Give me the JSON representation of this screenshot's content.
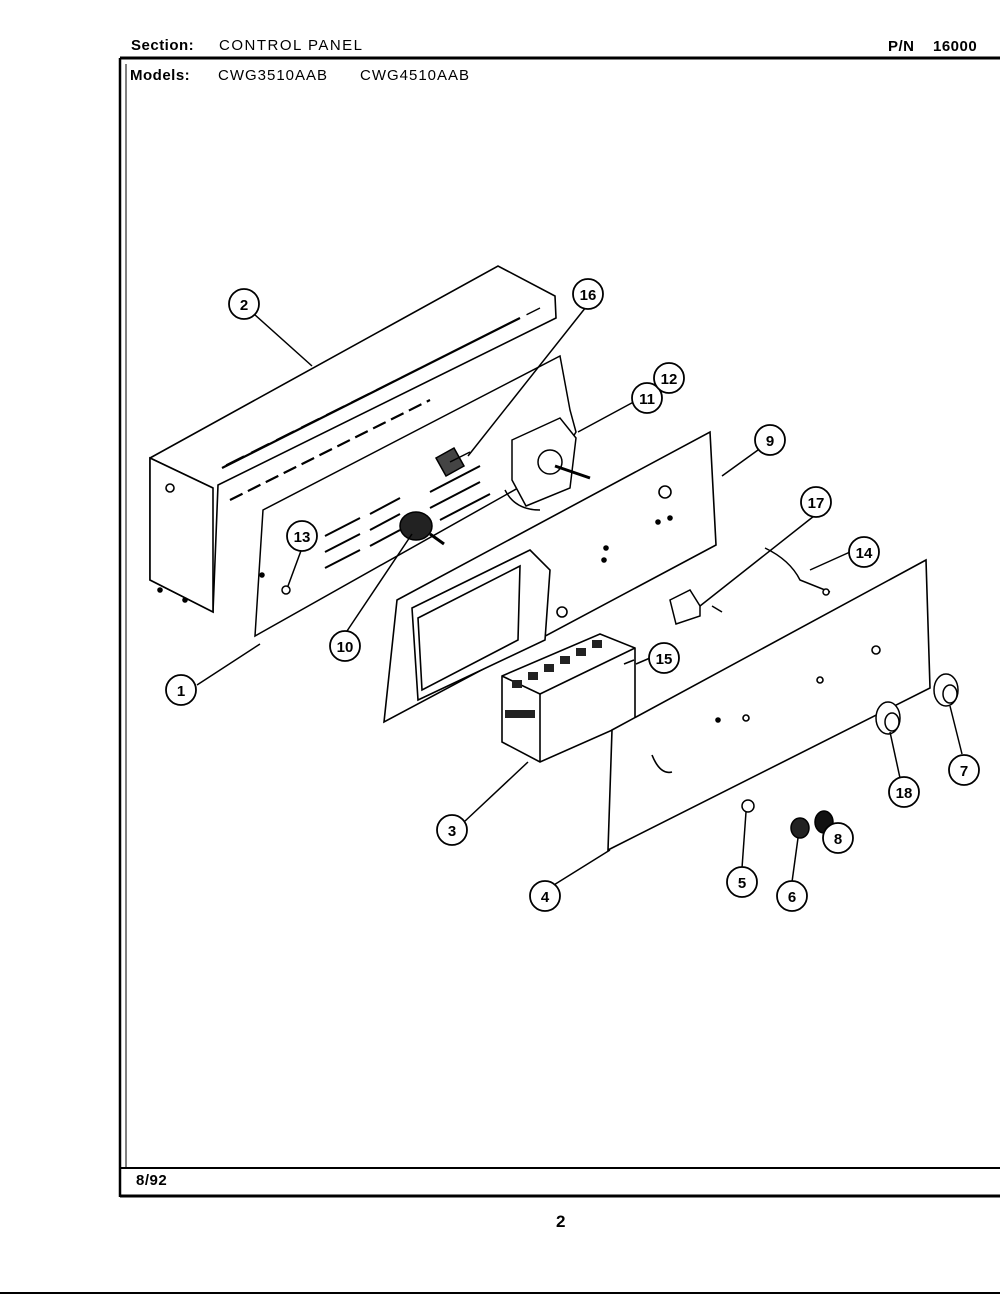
{
  "header": {
    "section_label": "Section:",
    "section_value": "CONTROL PANEL",
    "pn_label": "P/N",
    "pn_value": "16000",
    "models_label": "Models:",
    "models": [
      "CWG3510AAB",
      "CWG4510AAB"
    ]
  },
  "footer": {
    "date": "8/92",
    "page_number": "2"
  },
  "callouts": [
    "1",
    "2",
    "3",
    "4",
    "5",
    "6",
    "7",
    "8",
    "9",
    "10",
    "11",
    "12",
    "13",
    "14",
    "15",
    "16",
    "17",
    "18"
  ]
}
